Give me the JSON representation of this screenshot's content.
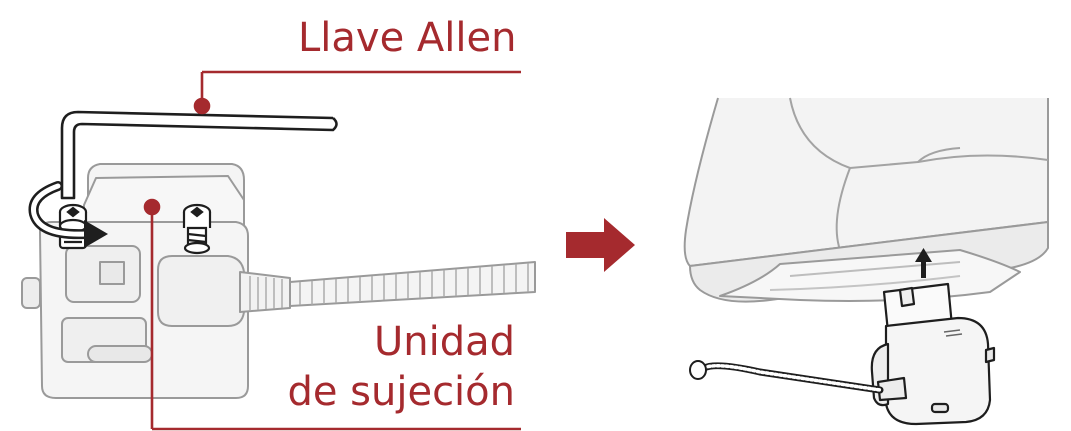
{
  "labels": {
    "allen_key": "Llave Allen",
    "clamp_unit_line1": "Unidad",
    "clamp_unit_line2": "de sujeción"
  },
  "colors": {
    "callout": "#a52a2e",
    "outline": "#1e1e1e",
    "fill": "#f4f4f4",
    "fill_dark": "#e3e3e3"
  },
  "icons": {
    "process_arrow": "right-arrow-icon",
    "insert_arrow": "up-arrow-icon",
    "rotate_arrow": "rotate-arrow-icon"
  }
}
